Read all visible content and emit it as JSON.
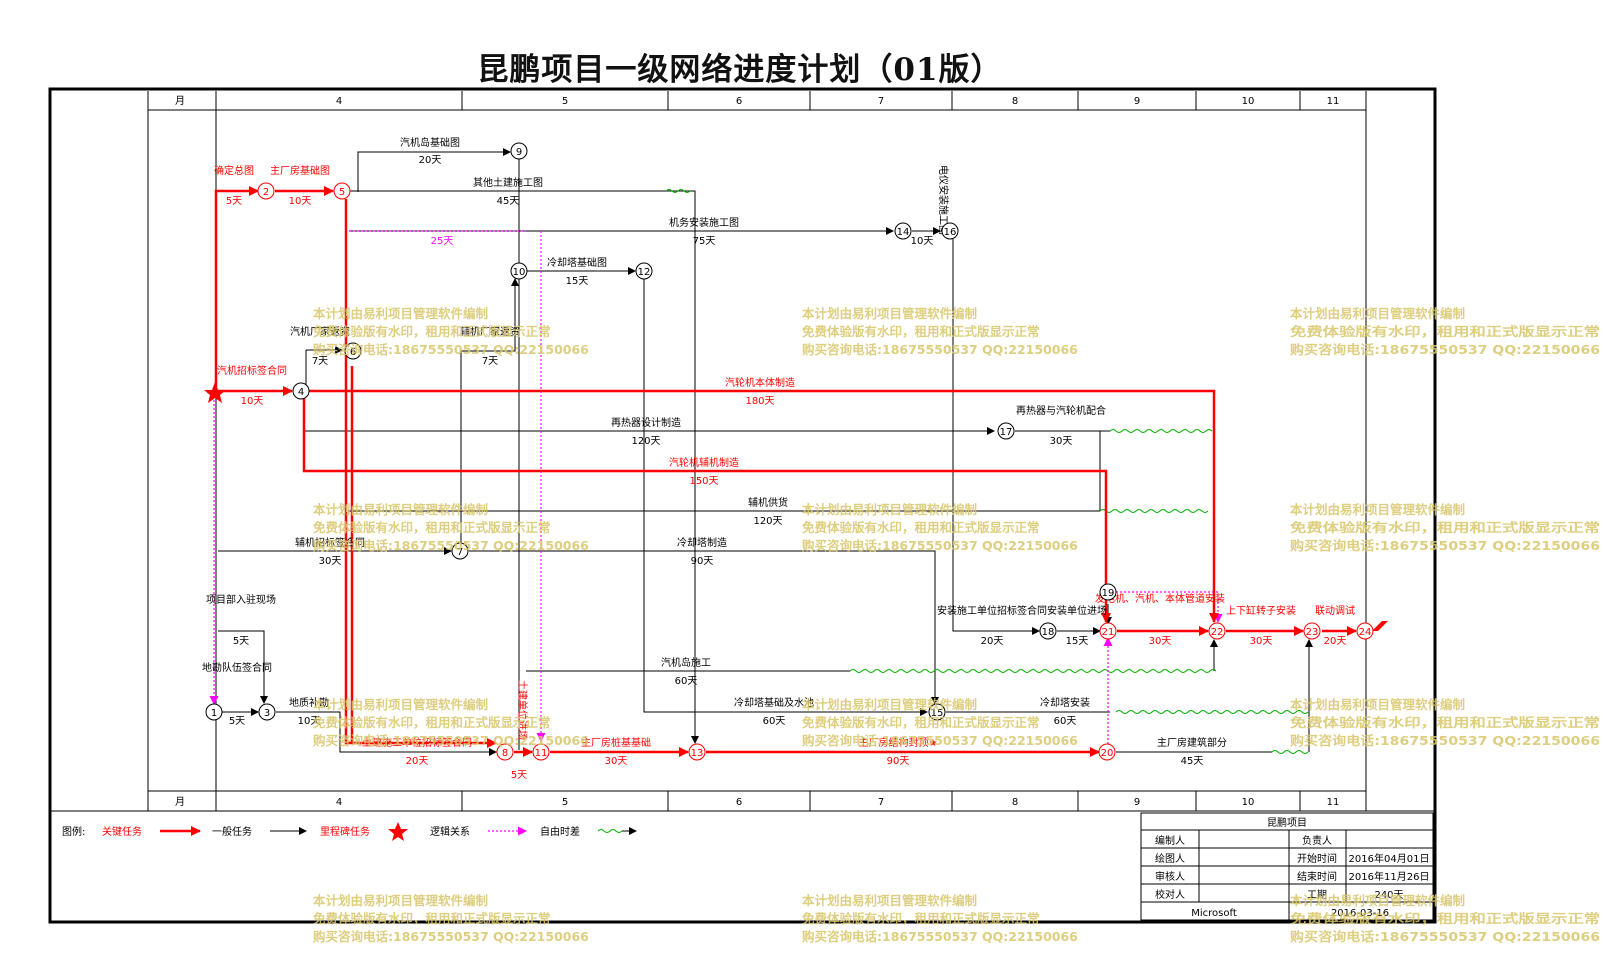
{
  "title": "昆鹏项目一级网络进度计划（01版）",
  "timescale": {
    "unit_label": "月",
    "months": [
      "4",
      "5",
      "6",
      "7",
      "8",
      "9",
      "10",
      "11"
    ]
  },
  "nodes": [
    {
      "id": "1"
    },
    {
      "id": "2"
    },
    {
      "id": "3"
    },
    {
      "id": "4"
    },
    {
      "id": "5"
    },
    {
      "id": "6"
    },
    {
      "id": "7"
    },
    {
      "id": "8"
    },
    {
      "id": "9"
    },
    {
      "id": "10"
    },
    {
      "id": "11"
    },
    {
      "id": "12"
    },
    {
      "id": "13"
    },
    {
      "id": "14"
    },
    {
      "id": "15"
    },
    {
      "id": "16"
    },
    {
      "id": "17"
    },
    {
      "id": "18"
    },
    {
      "id": "19"
    },
    {
      "id": "20"
    },
    {
      "id": "21"
    },
    {
      "id": "22"
    },
    {
      "id": "23"
    },
    {
      "id": "24"
    }
  ],
  "tasks": [
    {
      "name": "确定总图",
      "duration": "5天",
      "critical": true
    },
    {
      "name": "主厂房基础图",
      "duration": "10天",
      "critical": true
    },
    {
      "name": "汽机岛基础图",
      "duration": "20天",
      "critical": false
    },
    {
      "name": "其他土建施工图",
      "duration": "45天",
      "critical": false
    },
    {
      "name": "机务安装施工图",
      "duration": "75天",
      "critical": false
    },
    {
      "name": "电仪安装施工图",
      "duration": "10天",
      "critical": false
    },
    {
      "name": "",
      "duration": "25天",
      "critical": false
    },
    {
      "name": "冷却塔基础图",
      "duration": "15天",
      "critical": false
    },
    {
      "name": "汽机厂家返资",
      "duration": "7天",
      "critical": false
    },
    {
      "name": "辅机厂家返资",
      "duration": "7天",
      "critical": false
    },
    {
      "name": "汽机招标签合同",
      "duration": "10天",
      "critical": true
    },
    {
      "name": "汽轮机本体制造",
      "duration": "180天",
      "critical": true
    },
    {
      "name": "再热器设计制造",
      "duration": "120天",
      "critical": false
    },
    {
      "name": "再热器与汽轮机配合",
      "duration": "30天",
      "critical": false
    },
    {
      "name": "汽轮机辅机制造",
      "duration": "150天",
      "critical": true
    },
    {
      "name": "辅机供货",
      "duration": "120天",
      "critical": false
    },
    {
      "name": "辅机招标签合同",
      "duration": "30天",
      "critical": false
    },
    {
      "name": "冷却塔制造",
      "duration": "90天",
      "critical": false
    },
    {
      "name": "项目部入驻现场",
      "duration": "5天",
      "critical": false
    },
    {
      "name": "地勘队伍签合同",
      "duration": "5天",
      "critical": false
    },
    {
      "name": "地质补勘",
      "duration": "10天",
      "critical": false
    },
    {
      "name": "土建施工单位招标签合同",
      "duration": "20天",
      "critical": true
    },
    {
      "name": "土建单位进场",
      "duration": "5天",
      "critical": true
    },
    {
      "name": "主厂房桩基基础",
      "duration": "30天",
      "critical": true
    },
    {
      "name": "主厂房结构封顶★",
      "duration": "90天",
      "critical": true
    },
    {
      "name": "主厂房建筑部分",
      "duration": "45天",
      "critical": false
    },
    {
      "name": "汽机岛施工",
      "duration": "60天",
      "critical": false
    },
    {
      "name": "冷却塔基础及水池",
      "duration": "60天",
      "critical": false
    },
    {
      "name": "冷却塔安装",
      "duration": "60天",
      "critical": false
    },
    {
      "name": "安装施工单位招标签合同",
      "duration": "20天",
      "critical": false
    },
    {
      "name": "安装单位进场",
      "duration": "15天",
      "critical": false
    },
    {
      "name": "发电机、汽机、本体管道安装",
      "duration": "30天",
      "critical": true
    },
    {
      "name": "上下缸转子安装",
      "duration": "30天",
      "critical": true
    },
    {
      "name": "联动调试",
      "duration": "20天",
      "critical": true
    }
  ],
  "legend": {
    "label": "图例:",
    "items": [
      "关键任务",
      "一般任务",
      "里程碑任务",
      "逻辑关系",
      "自由时差"
    ],
    "colors": {
      "critical": "#ff0000",
      "normal": "#000000",
      "logic": "#ff00ff",
      "float": "#00cc00"
    }
  },
  "info_table": {
    "project": "昆鹏项目",
    "rows": [
      [
        "编制人",
        "",
        "负责人",
        ""
      ],
      [
        "绘图人",
        "",
        "开始时间",
        "2016年04月01日"
      ],
      [
        "审核人",
        "",
        "结束时间",
        "2016年11月26日"
      ],
      [
        "校对人",
        "",
        "工期",
        "240天"
      ]
    ],
    "company": "Microsoft",
    "date": "2016-03-16"
  },
  "watermark": {
    "lines": [
      "本计划由易利项目管理软件编制",
      "免费体验版有水印，租用和正式版显示正常",
      "购买咨询电话:18675550537 QQ:22150066"
    ]
  }
}
